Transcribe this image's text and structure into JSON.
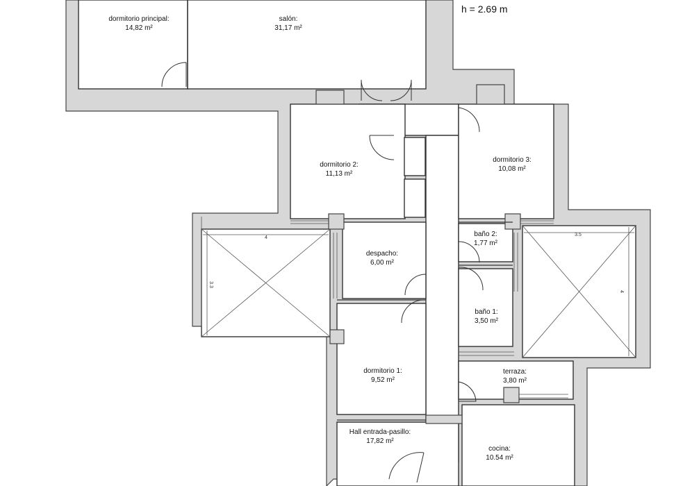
{
  "height_note": "h = 2.69 m",
  "rooms": [
    {
      "id": "dormitorio-principal",
      "name": "dormitorio principal:",
      "area": "14,82 m²"
    },
    {
      "id": "salon",
      "name": "salón:",
      "area": "31,17 m²"
    },
    {
      "id": "dormitorio-2",
      "name": "dormitorio 2:",
      "area": "11,13 m²"
    },
    {
      "id": "dormitorio-3",
      "name": "dormitorio 3:",
      "area": "10,08 m²"
    },
    {
      "id": "despacho",
      "name": "despacho:",
      "area": "6,00 m²"
    },
    {
      "id": "bano-2",
      "name": "baño 2:",
      "area": "1,77 m²"
    },
    {
      "id": "bano-1",
      "name": "baño 1:",
      "area": "3,50 m²"
    },
    {
      "id": "dormitorio-1",
      "name": "dormitorio 1:",
      "area": "9,52 m²"
    },
    {
      "id": "terraza",
      "name": "terraza:",
      "area": "3,80 m²"
    },
    {
      "id": "hall",
      "name": "Hall entrada-pasillo:",
      "area": "17,82 m²"
    },
    {
      "id": "cocina",
      "name": "cocina:",
      "area": "10.54 m²"
    }
  ],
  "patios": {
    "left": {
      "width_label": "4",
      "depth_label": "3.3"
    },
    "right": {
      "width_label": "3.5",
      "depth_label": "4"
    }
  }
}
